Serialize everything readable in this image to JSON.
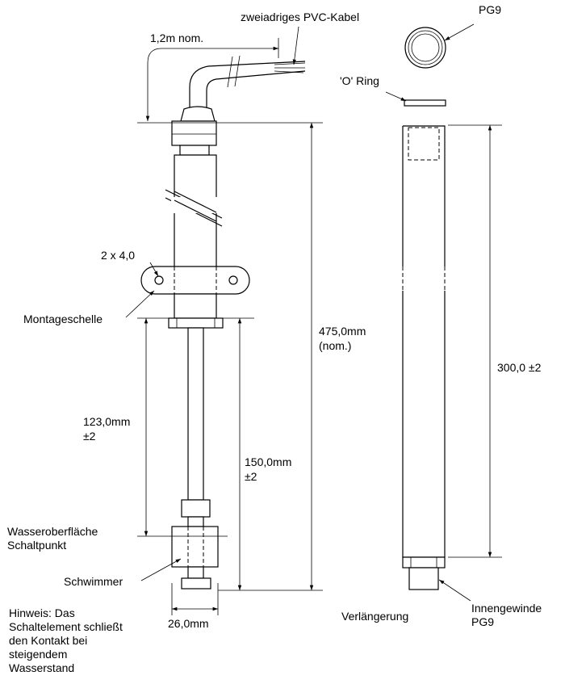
{
  "labels": {
    "cable": "zweiadriges PVC-Kabel",
    "cable_length": "1,2m nom.",
    "pg9_top": "PG9",
    "o_ring": "'O' Ring",
    "holes": "2 x 4,0",
    "clamp": "Montageschelle",
    "total_length_1": "475,0mm",
    "total_length_2": "(nom.)",
    "extension_length": "300,0 ±2",
    "switch_point_1": "123,0mm",
    "switch_point_2": "±2",
    "float_travel_1": "150,0mm",
    "float_travel_2": "±2",
    "water_surface_1": "Wasseroberfläche",
    "water_surface_2": "Schaltpunkt",
    "float": "Schwimmer",
    "diameter": "26,0mm",
    "extension": "Verlängerung",
    "thread_1": "Innengewinde",
    "thread_2": "PG9",
    "note": [
      "Hinweis: Das",
      "Schaltelement schließt",
      "den Kontakt bei",
      "steigendem",
      "Wasserstand"
    ]
  }
}
